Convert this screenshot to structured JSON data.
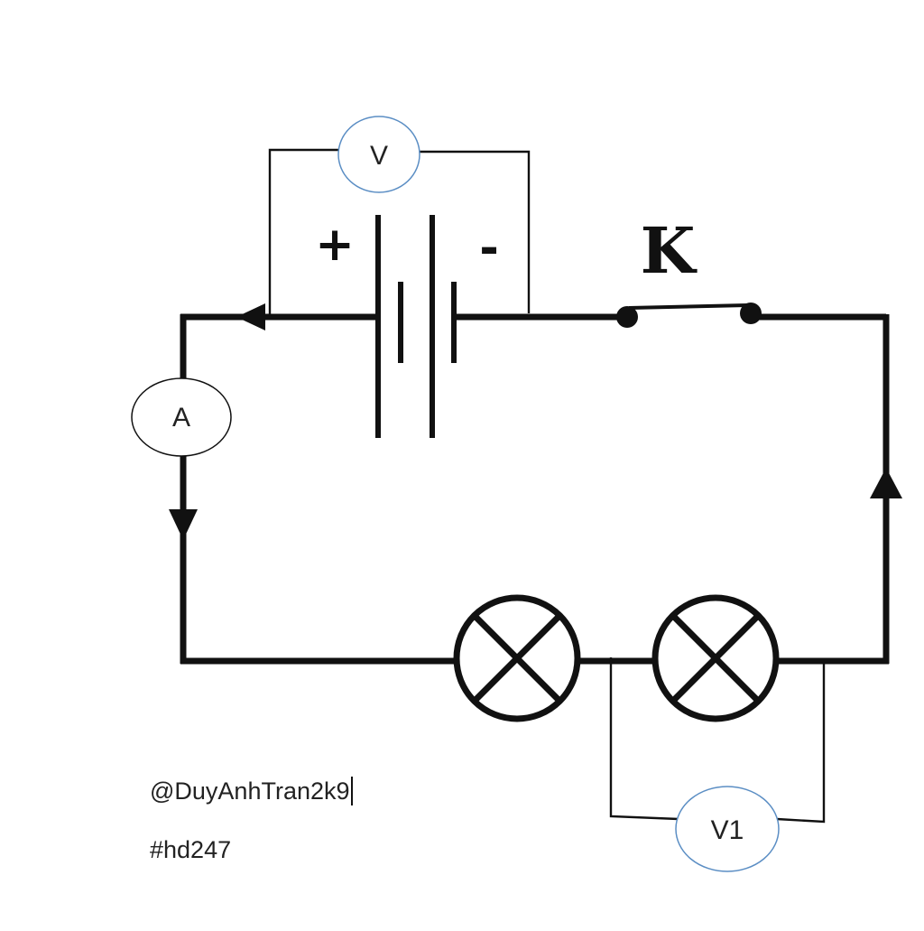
{
  "circuit": {
    "battery": {
      "positive_sign": "+",
      "negative_sign": "-"
    },
    "switch": {
      "label": "K"
    },
    "meters": {
      "voltmeter": "V",
      "ammeter": "A",
      "voltmeter_1": "V1"
    },
    "lamps": [
      {
        "name": "lamp-1",
        "icon": "lamp-symbol-icon"
      },
      {
        "name": "lamp-2",
        "icon": "lamp-symbol-icon"
      }
    ],
    "colors": {
      "wire": "#111111",
      "meter_outline_blue": "#5b8ec4",
      "meter_outline_black": "#111111",
      "background": "#ffffff"
    }
  },
  "captions": {
    "user": "@DuyAnhTran2k9",
    "tag": "#hd247"
  }
}
